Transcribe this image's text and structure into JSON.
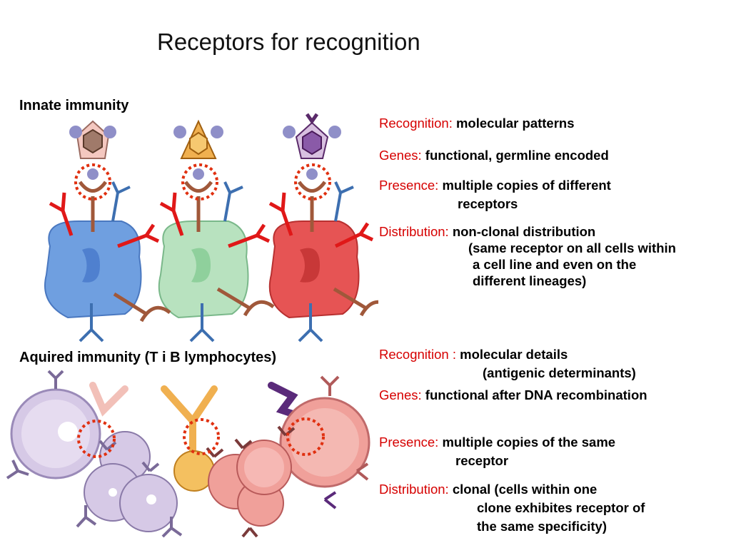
{
  "title": "Receptors for recognition",
  "innate": {
    "heading": "Innate immunity",
    "recognition_label": "Recognition:",
    "recognition_value": "molecular patterns",
    "genes_label": "Genes:",
    "genes_value": "functional, germline encoded",
    "presence_label": "Presence:",
    "presence_value": "multiple copies of different",
    "presence_cont": "receptors",
    "distribution_label": "Distribution:",
    "distribution_value": "non-clonal distribution",
    "distribution_cont": [
      "(same receptor on all cells within",
      "a cell line and even on the",
      "different lineages)"
    ]
  },
  "acquired": {
    "heading": "Aquired immunity (T i B lymphocytes)",
    "recognition_label": "Recognition :",
    "recognition_value": "molecular details",
    "recognition_cont": "(antigenic determinants)",
    "genes_label": "Genes:",
    "genes_value": "functional after DNA recombination",
    "presence_label": "Presence:",
    "presence_value": "multiple copies of the same",
    "presence_cont": "receptor",
    "distribution_label": "Distribution:",
    "distribution_value": "clonal (cells within one",
    "distribution_cont": [
      "clone exhibites  receptor of",
      "the same specificity)"
    ]
  },
  "colors": {
    "label_red": "#d60000",
    "cell_blue": "#6f9fe0",
    "cell_green": "#b8e2bf",
    "cell_red": "#e65454",
    "cell_lilac": "#d6c9e6",
    "cell_pink": "#f0a09a"
  }
}
